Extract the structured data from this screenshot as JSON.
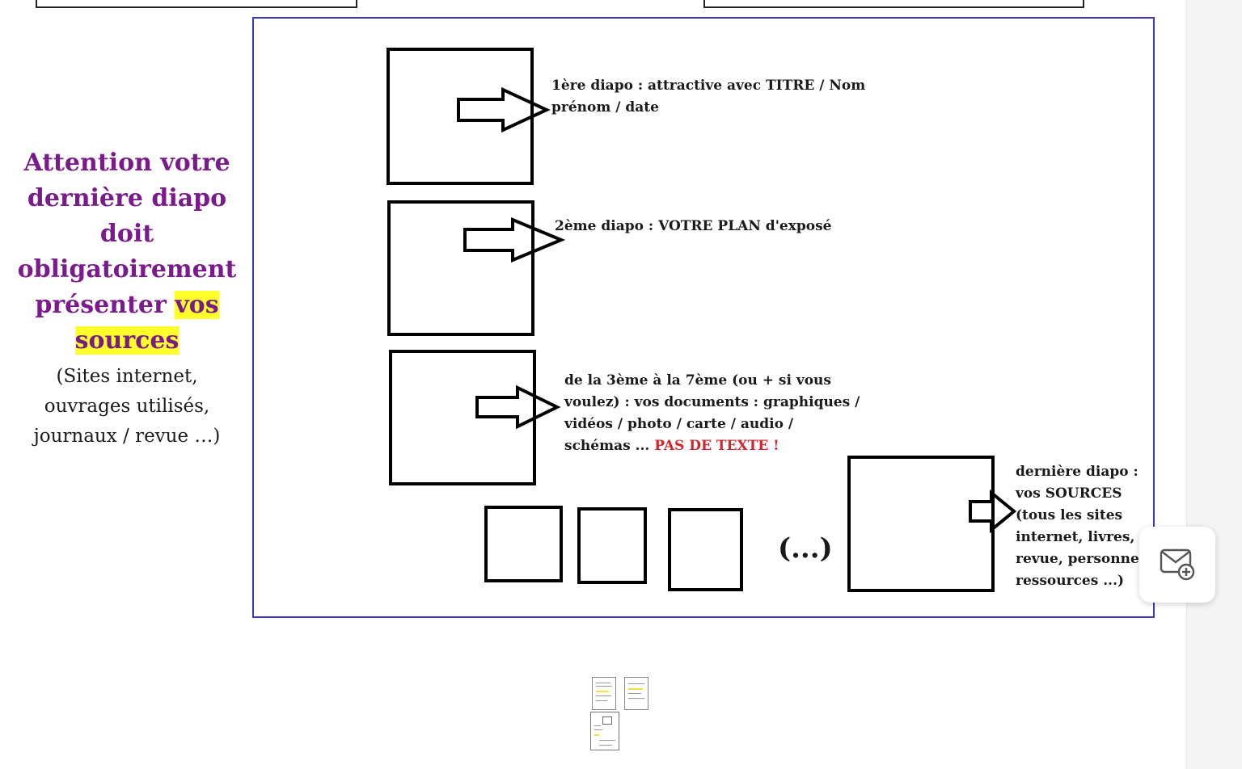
{
  "warning": {
    "line1": "Attention votre",
    "line2": "dernière diapo",
    "line3": "doit",
    "line4": "obligatoirement",
    "line5_plain": "présenter ",
    "line5_highlight": "vos",
    "line6_highlight": "sources",
    "sub1": "(Sites internet,",
    "sub2": "ouvrages utilisés,",
    "sub3": "journaux / revue …)"
  },
  "diagram": {
    "slide1_text": "1ère diapo : attractive avec TITRE / Nom\nprénom / date",
    "slide2_text": "2ème diapo : VOTRE PLAN  d'exposé",
    "slide3_text": "de la 3ème à la 7ème (ou + si vous\nvoulez) : vos documents : graphiques /\nvidéos / photo / carte / audio /\nschémas ...",
    "slide3_red": "PAS DE TEXTE !",
    "ellipsis": "(...)",
    "last_text": "dernière diapo :\nvos SOURCES\n(tous les sites\ninternet, livres,\nrevue, personnes\nressources ...)"
  },
  "colors": {
    "warning_text": "#7a1a8c",
    "highlight": "#ffff2a",
    "frame_border": "#3a3ab8",
    "red_text": "#d6242a"
  },
  "icons": {
    "fab": "mail-add-icon"
  }
}
